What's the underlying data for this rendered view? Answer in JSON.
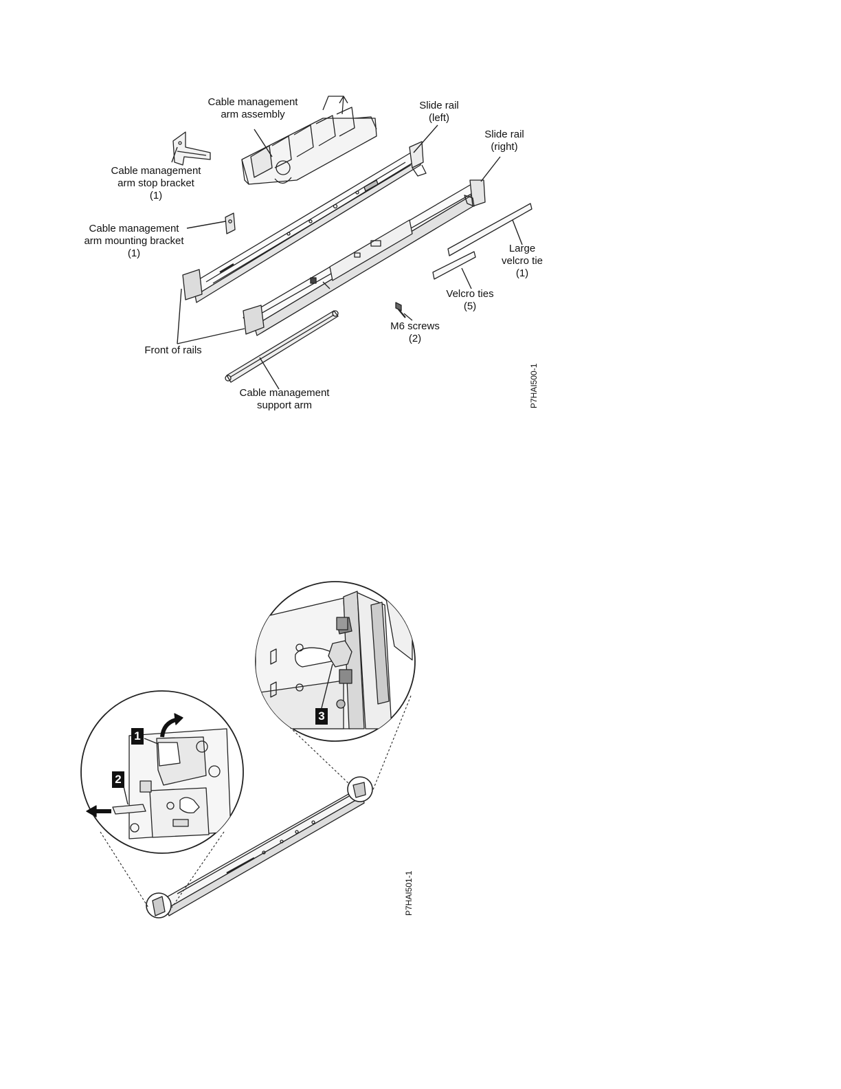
{
  "figure1": {
    "id": "P7HAI500-1",
    "labels": {
      "cma_assembly": [
        "Cable management",
        "arm assembly"
      ],
      "slide_rail_left": [
        "Slide rail",
        "(left)"
      ],
      "slide_rail_right": [
        "Slide rail",
        "(right)"
      ],
      "cma_stop_bracket": [
        "Cable management",
        "arm stop bracket",
        "(1)"
      ],
      "cma_mounting_bracket": [
        "Cable management",
        "arm mounting bracket",
        "(1)"
      ],
      "large_velcro_tie": [
        "Large",
        "velcro tie",
        "(1)"
      ],
      "velcro_ties": [
        "Velcro ties",
        "(5)"
      ],
      "m6_screws": [
        "M6 screws",
        "(2)"
      ],
      "front_of_rails": [
        "Front of rails"
      ],
      "cma_support_arm": [
        "Cable management",
        "support arm"
      ]
    }
  },
  "figure2": {
    "id": "P7HAI501-1",
    "callouts": [
      "1",
      "2",
      "3"
    ]
  }
}
